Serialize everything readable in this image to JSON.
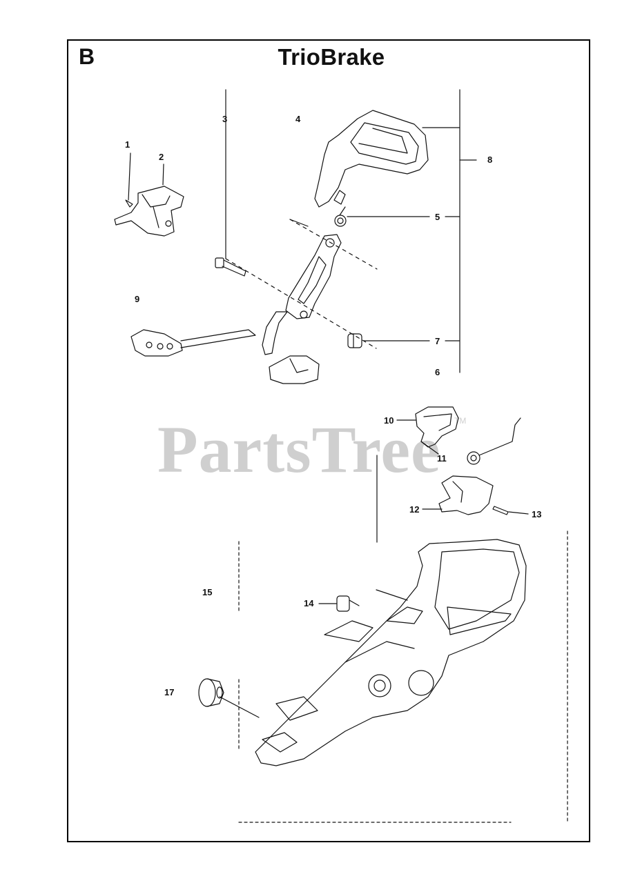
{
  "diagram": {
    "section_letter": "B",
    "title": "TrioBrake",
    "watermark": "PartsTree",
    "watermark_mark": "TM"
  },
  "callouts": [
    "1",
    "2",
    "3",
    "4",
    "5",
    "6",
    "7",
    "8",
    "9",
    "10",
    "11",
    "12",
    "13",
    "14",
    "15",
    "17"
  ],
  "colors": {
    "ink": "#111111",
    "watermark": "#cfcfcf",
    "paper": "#ffffff"
  }
}
